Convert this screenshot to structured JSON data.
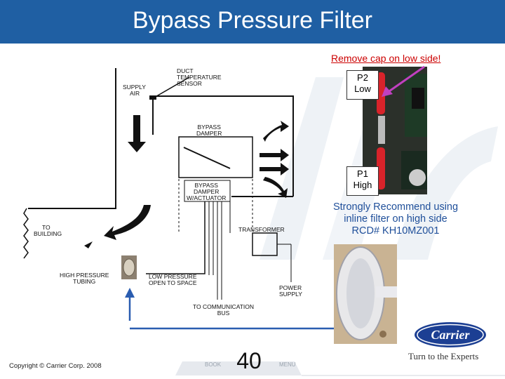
{
  "slide": {
    "title": "Bypass Pressure Filter",
    "page_number": "40",
    "copyright": "Copyright © Carrier Corp. 2008",
    "nav_book": "BOOK",
    "nav_menu": "MENU"
  },
  "callouts": {
    "remove_cap": "Remove cap on low side!",
    "p2": [
      "P2",
      "Low"
    ],
    "p1": [
      "P1",
      "High"
    ],
    "recommend": [
      "Strongly Recommend using",
      "inline filter on high side",
      "RCD# KH10MZ001"
    ]
  },
  "diagram": {
    "duct_sensor": [
      "DUCT",
      "TEMPERATURE",
      "SENSOR"
    ],
    "supply_air": [
      "SUPPLY",
      "AIR"
    ],
    "bypass_damper": [
      "BYPASS",
      "DAMPER"
    ],
    "damper_actuator": [
      "BYPASS",
      "DAMPER",
      "W/ACTUATOR"
    ],
    "to_building": [
      "TO",
      "BUILDING"
    ],
    "transformer": "TRANSFORMER",
    "high_pressure": [
      "HIGH PRESSURE",
      "TUBING"
    ],
    "low_pressure": [
      "LOW PRESSURE",
      "OPEN TO SPACE"
    ],
    "power_supply": [
      "POWER",
      "SUPPLY"
    ],
    "comm_bus": [
      "TO COMMUNICATION",
      "BUS"
    ]
  },
  "logo": {
    "brand": "Carrier",
    "tagline": "Turn to the Experts"
  },
  "colors": {
    "header": "#1f5fa3",
    "remove_text": "#cc0000",
    "recommend_text": "#1f4f9a",
    "arrow_blue": "#2a5db0",
    "pointer": "#c040c0"
  }
}
